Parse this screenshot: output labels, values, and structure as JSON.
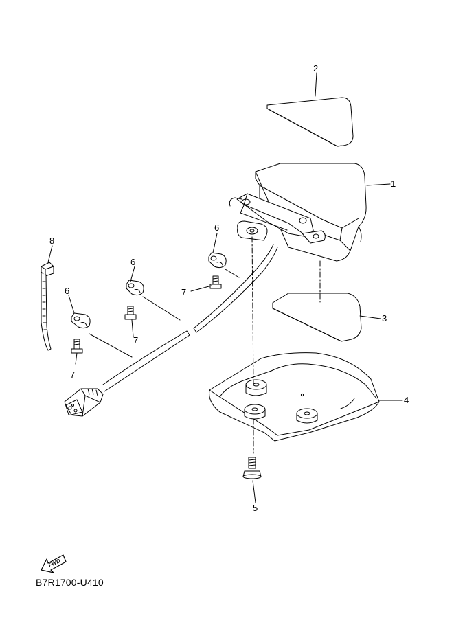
{
  "diagram_code": "B7R1700-U410",
  "fwd_badge": {
    "label": "FWD",
    "icon": "fwd-arrow-icon"
  },
  "line_color": "#000000",
  "parts": [
    {
      "number": "1",
      "name": ""
    },
    {
      "number": "2",
      "name": ""
    },
    {
      "number": "3",
      "name": ""
    },
    {
      "number": "4",
      "name": ""
    },
    {
      "number": "5",
      "name": ""
    },
    {
      "number": "6",
      "name": ""
    },
    {
      "number": "6",
      "name": ""
    },
    {
      "number": "6",
      "name": ""
    },
    {
      "number": "7",
      "name": ""
    },
    {
      "number": "7",
      "name": ""
    },
    {
      "number": "7",
      "name": ""
    },
    {
      "number": "8",
      "name": ""
    }
  ]
}
